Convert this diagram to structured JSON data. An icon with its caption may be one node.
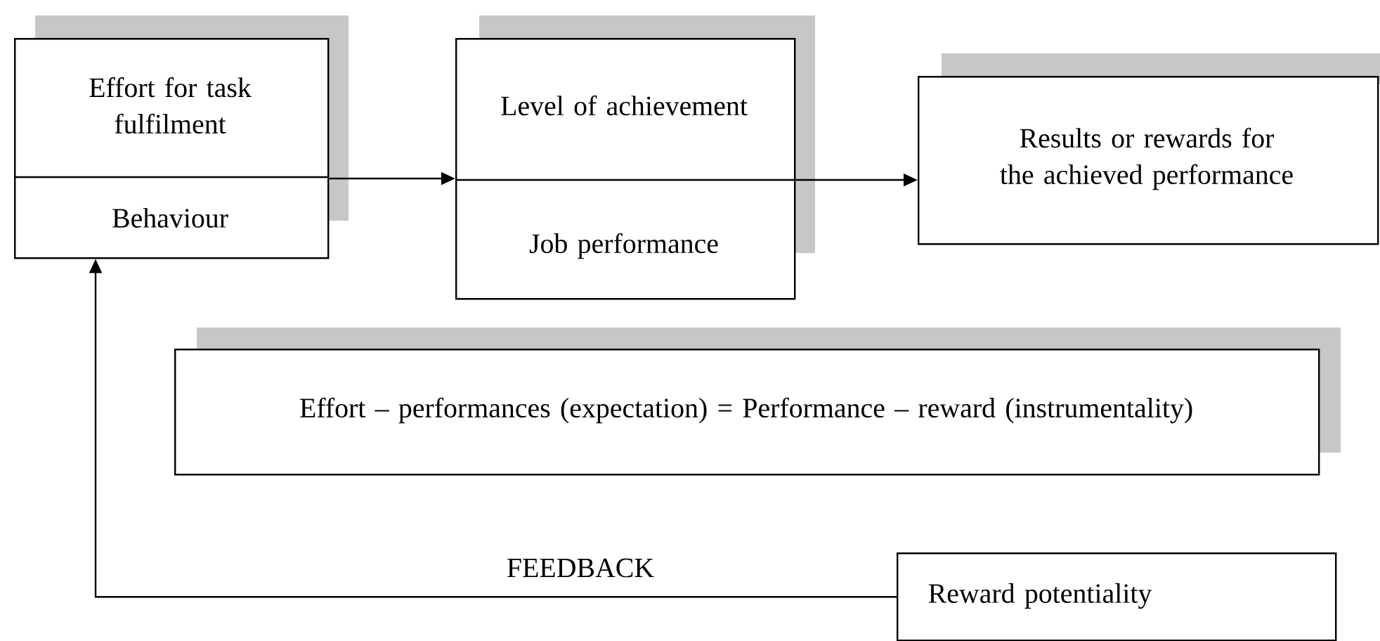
{
  "diagram": {
    "nodes": [
      {
        "text": [
          "Effort for task fulfilment",
          "Behaviour"
        ]
      },
      {
        "text": [
          "Level of achievement",
          "Job performance"
        ]
      },
      {
        "text": [
          "Results or rewards for the achieved performance"
        ]
      },
      {
        "text": [
          "Effort – performances (expectation) = Performance – reward (instrumentality)"
        ]
      },
      {
        "text": [
          "Reward potentiality"
        ]
      }
    ],
    "edges": [
      {
        "from": 0,
        "to": 1,
        "arrow": "to"
      },
      {
        "from": 1,
        "to": 2,
        "arrow": "to"
      },
      {
        "from": 4,
        "to": 0,
        "arrow": "to",
        "label": "FEEDBACK"
      }
    ]
  }
}
